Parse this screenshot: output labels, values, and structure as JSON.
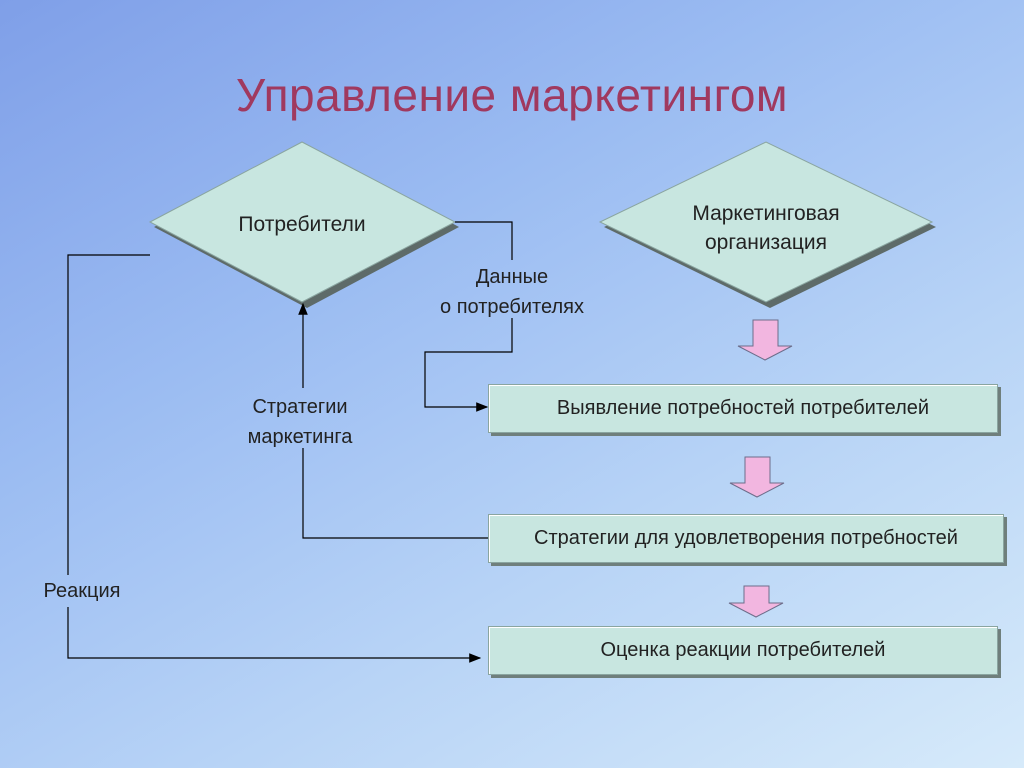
{
  "title": "Управление маркетингом",
  "nodes": {
    "consumers": "Потребители",
    "marketing_org_line1": "Маркетинговая",
    "marketing_org_line2": "организация",
    "needs_identification": "Выявление потребностей потребителей",
    "satisfaction_strategies": "Стратегии для удовлетворения потребностей",
    "reaction_evaluation": "Оценка реакции потребителей"
  },
  "labels": {
    "consumer_data_line1": "Данные",
    "consumer_data_line2": "о потребителях",
    "marketing_strategies_line1": "Стратегии",
    "marketing_strategies_line2": "маркетинга",
    "reaction": "Реакция"
  },
  "colors": {
    "title": "#a0395f",
    "node_fill": "#c8e6e0",
    "arrow_fill": "#f2b6e0"
  }
}
